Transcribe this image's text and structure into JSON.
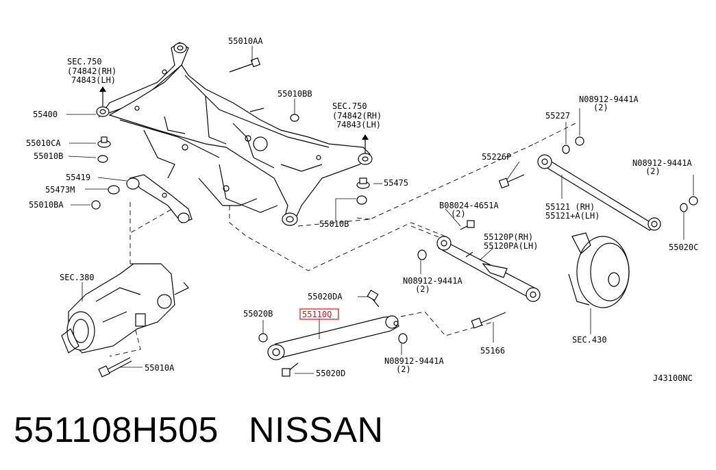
{
  "diagram": {
    "diagram_code": "J43100NC",
    "highlight_color": "#e03030",
    "highlighted_part": "55110Q",
    "labels": {
      "sec750_left_title": "SEC.750",
      "sec750_left_rh": "(74842(RH)",
      "sec750_left_lh": "74843(LH)",
      "sec750_right_title": "SEC.750",
      "sec750_right_rh": "(74842(RH)",
      "sec750_right_lh": "74843(LH)",
      "p55010AA": "55010AA",
      "p55010BB": "55010BB",
      "p55400": "55400",
      "p55010CA": "55010CA",
      "p55010B_l": "55010B",
      "p55419": "55419",
      "p55473M": "55473M",
      "p55010BA": "55010BA",
      "p55475": "55475",
      "p55010B_c": "55010B",
      "p55227": "55227",
      "n08912_1": "N08912-9441A",
      "n08912_1_qty": "(2)",
      "p55226P": "55226P",
      "n08912_2": "N08912-9441A",
      "n08912_2_qty": "(2)",
      "b08024": "B08024-4651A",
      "b08024_qty": "(2)",
      "p55121_a": "55121    (RH)",
      "p55121_b": "55121+A(LH)",
      "p55120P": "55120P(RH)",
      "p55120PA": "55120PA(LH)",
      "p55020C": "55020C",
      "sec380": "SEC.380",
      "n08912_3": "N08912-9441A",
      "n08912_3_qty": "(2)",
      "p55020DA": "55020DA",
      "p55020B": "55020B",
      "p55110Q": "55110Q",
      "p55166": "55166",
      "sec430": "SEC.430",
      "n08912_4": "N08912-9441A",
      "n08912_4_qty": "(2)",
      "p55010A": "55010A",
      "p55020D": "55020D"
    }
  },
  "caption": {
    "part_number": "551108H505",
    "brand": "NISSAN"
  }
}
